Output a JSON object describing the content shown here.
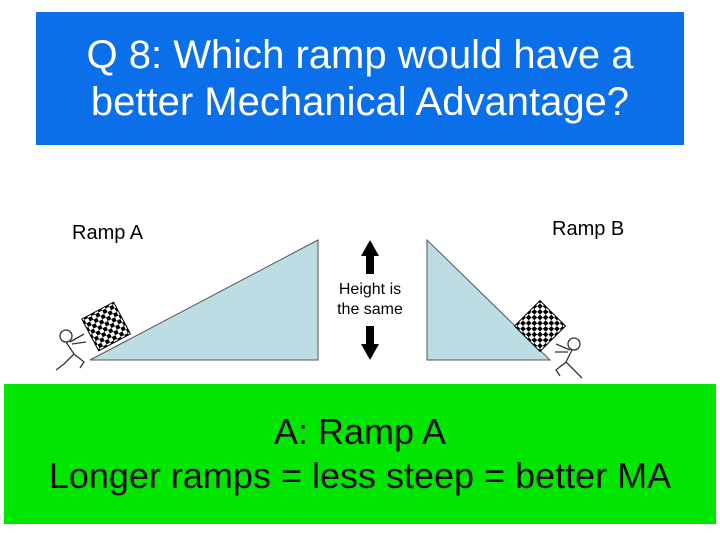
{
  "question": {
    "line1": "Q 8: Which ramp would have a",
    "line2": "better Mechanical Advantage?"
  },
  "ramps": {
    "left_label": "Ramp A",
    "right_label": "Ramp B"
  },
  "height_note": {
    "line1": "Height is",
    "line2": "the same"
  },
  "answer": {
    "line1": "A: Ramp A",
    "line2": "Longer ramps = less steep = better MA"
  },
  "colors": {
    "title_bg": "#0a6fe8",
    "answer_bg": "#00e600",
    "ramp_fill": "#bcdde3"
  }
}
